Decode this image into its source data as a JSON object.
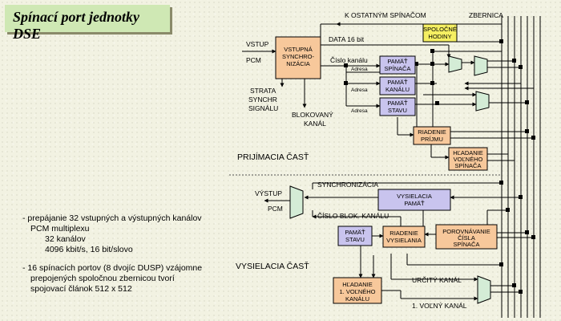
{
  "title": "Spínací port jednotky DSE",
  "bullets": [
    "- prepájanie 32 vstupných a výstupných kanálov",
    "PCM multiplexu",
    "32 kanálov",
    "4096 kbit/s, 16 bit/slovo",
    "- 16 spínacích portov (8 dvojíc DUSP) vzájomne",
    "prepojených spoločnou zbernicou tvorí",
    "spojovací  článok 512 x 512"
  ],
  "diagram": {
    "top_labels": {
      "k_ostatnym": "K OSTATNÝM SPÍNAČOM",
      "zbernica": "ZBERNICA"
    },
    "receive": {
      "section_label": "PRIJÍMACIA ČASŤ",
      "vstup": "VSTUP",
      "pcm": "PCM",
      "data_bus": "DATA 16 bit",
      "cislo_kanalu": "Číslo kanálu",
      "adresa": "Adresa",
      "strata": [
        "STRATA",
        "SYNCHR",
        "SIGNÁLU"
      ],
      "blokovany": [
        "BLOKOVANÝ",
        "KANÁL"
      ]
    },
    "transmit": {
      "section_label": "VYSIELACIA ČASŤ",
      "vystup": "VÝSTUP",
      "pcm": "PCM",
      "synchronizacia": "SYNCHRONIZÁCIA",
      "cislo_blok": "ČÍSLO BLOK. KANÁLU",
      "urcity_kanal": "URČITÝ KANÁL",
      "volny_kanal": "1. VOĽNÝ KANÁL"
    },
    "blocks": {
      "spolocne_hodiny": [
        "SPOLOČNÉ",
        "HODINY"
      ],
      "vstupna_sync": [
        "VSTUPNÁ",
        "SYNCHRO-",
        "NIZÁCIA"
      ],
      "pamat_spinaca": [
        "PAMÄŤ",
        "SPÍNAČA"
      ],
      "pamat_kanalu": [
        "PAMÄŤ",
        "KANÁLU"
      ],
      "pamat_stavu_rx": [
        "PAMÄŤ",
        "STAVU"
      ],
      "riadenie_prijmu": [
        "RIADENIE",
        "PRÍJMU"
      ],
      "hladanie_spinaca": [
        "HĽADANIE",
        "VOĽNÉHO",
        "SPÍNAČA"
      ],
      "vysielacia_pamat": [
        "VYSIELACIA",
        "PAMÄŤ"
      ],
      "pamat_stavu_tx": [
        "PAMÄŤ",
        "STAVU"
      ],
      "riadenie_vysielania": [
        "RIADENIE",
        "VYSIELANIA"
      ],
      "porovnavanie": [
        "POROVNÁVANIE",
        "ČÍSLA",
        "SPÍNAČA"
      ],
      "hladanie_kanalu": [
        "HĽADANIE",
        "1. VOĽNÉHO",
        "KANÁLU"
      ]
    },
    "colors": {
      "orange_block": "#f7c89b",
      "violet_block": "#c9c4ee",
      "yellow_block": "#f5ef62",
      "green_mux": "#d4ecd6",
      "title_bg": "#cfe8b4"
    }
  }
}
